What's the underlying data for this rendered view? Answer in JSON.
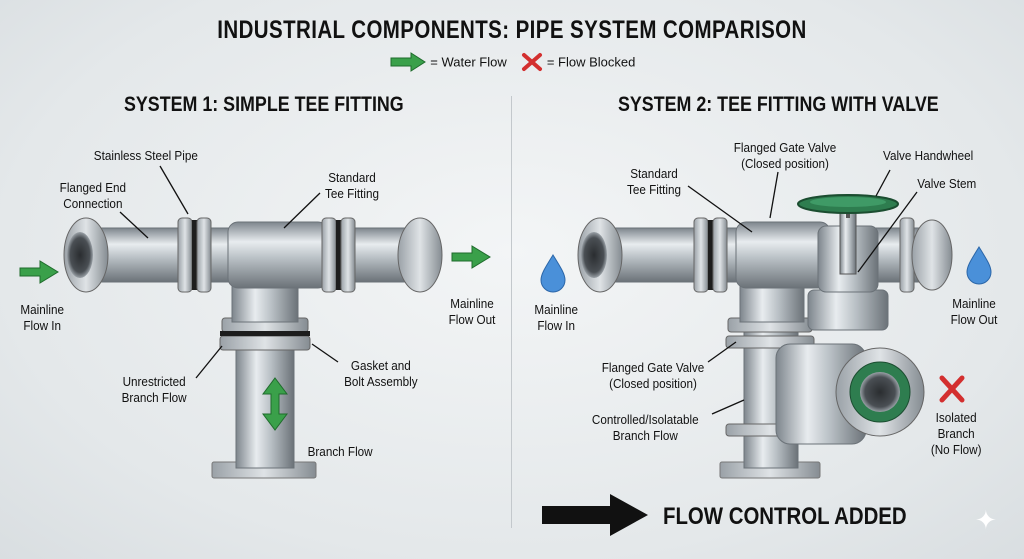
{
  "title": "INDUSTRIAL COMPONENTS: PIPE SYSTEM COMPARISON",
  "legend": {
    "water_flow": "= Water Flow",
    "flow_blocked": "= Flow Blocked"
  },
  "system1": {
    "title": "SYSTEM 1: SIMPLE TEE FITTING",
    "labels": {
      "stainless_pipe": "Stainless Steel Pipe",
      "flanged_end_1": "Flanged End",
      "flanged_end_2": "Connection",
      "standard_tee_1": "Standard",
      "standard_tee_2": "Tee Fitting",
      "mainline_in_1": "Mainline",
      "mainline_in_2": "Flow In",
      "mainline_out_1": "Mainline",
      "mainline_out_2": "Flow Out",
      "gasket_1": "Gasket and",
      "gasket_2": "Bolt Assembly",
      "unrestricted_1": "Unrestricted",
      "unrestricted_2": "Branch Flow",
      "branch_flow": "Branch Flow"
    }
  },
  "system2": {
    "title": "SYSTEM 2: TEE FITTING WITH VALVE",
    "labels": {
      "standard_tee_1": "Standard",
      "standard_tee_2": "Tee Fitting",
      "gate_valve_top_1": "Flanged Gate Valve",
      "gate_valve_top_2": "(Closed position)",
      "handwheel": "Valve Handwheel",
      "stem": "Valve Stem",
      "mainline_in_1": "Mainline",
      "mainline_in_2": "Flow In",
      "mainline_out_1": "Mainline",
      "mainline_out_2": "Flow Out",
      "gate_valve_low_1": "Flanged Gate Valve",
      "gate_valve_low_2": "(Closed position)",
      "controlled_1": "Controlled/Isolatable",
      "controlled_2": "Branch Flow",
      "isolated_1": "Isolated",
      "isolated_2": "Branch",
      "isolated_3": "(No Flow)"
    }
  },
  "footer": "FLOW CONTROL ADDED",
  "colors": {
    "flow_green": "#3aa04a",
    "blocked_red": "#d32f2f",
    "valve_green": "#2e7d4f",
    "steel": "#b8bec3"
  }
}
